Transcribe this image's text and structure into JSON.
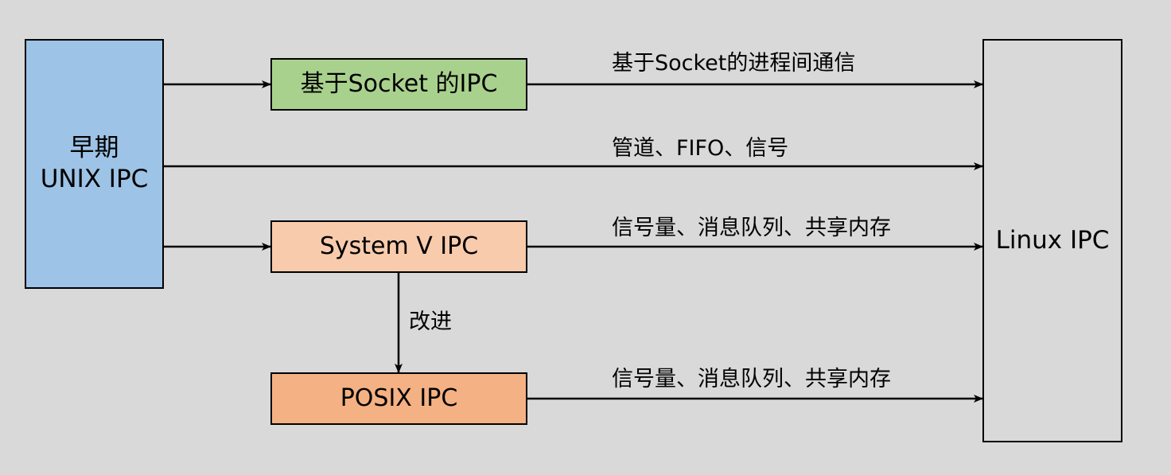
{
  "nodes": {
    "early_unix_ipc": "早期\nUNIX IPC",
    "socket_ipc": "基于Socket 的IPC",
    "system_v_ipc": "System V IPC",
    "posix_ipc": "POSIX IPC",
    "linux_ipc": "Linux IPC"
  },
  "edges": {
    "socket_to_linux": "基于Socket的进程间通信",
    "unix_to_linux": "管道、FIFO、信号",
    "sysv_to_linux": "信号量、消息队列、共享内存",
    "sysv_to_posix": "改进",
    "posix_to_linux": "信号量、消息队列、共享内存"
  },
  "colors": {
    "background": "#d9d9d9",
    "early_unix_ipc": "#9dc3e6",
    "socket_ipc": "#a9d18e",
    "system_v_ipc": "#f8cbad",
    "posix_ipc": "#f4b183",
    "linux_ipc": "#d9d9d9"
  }
}
